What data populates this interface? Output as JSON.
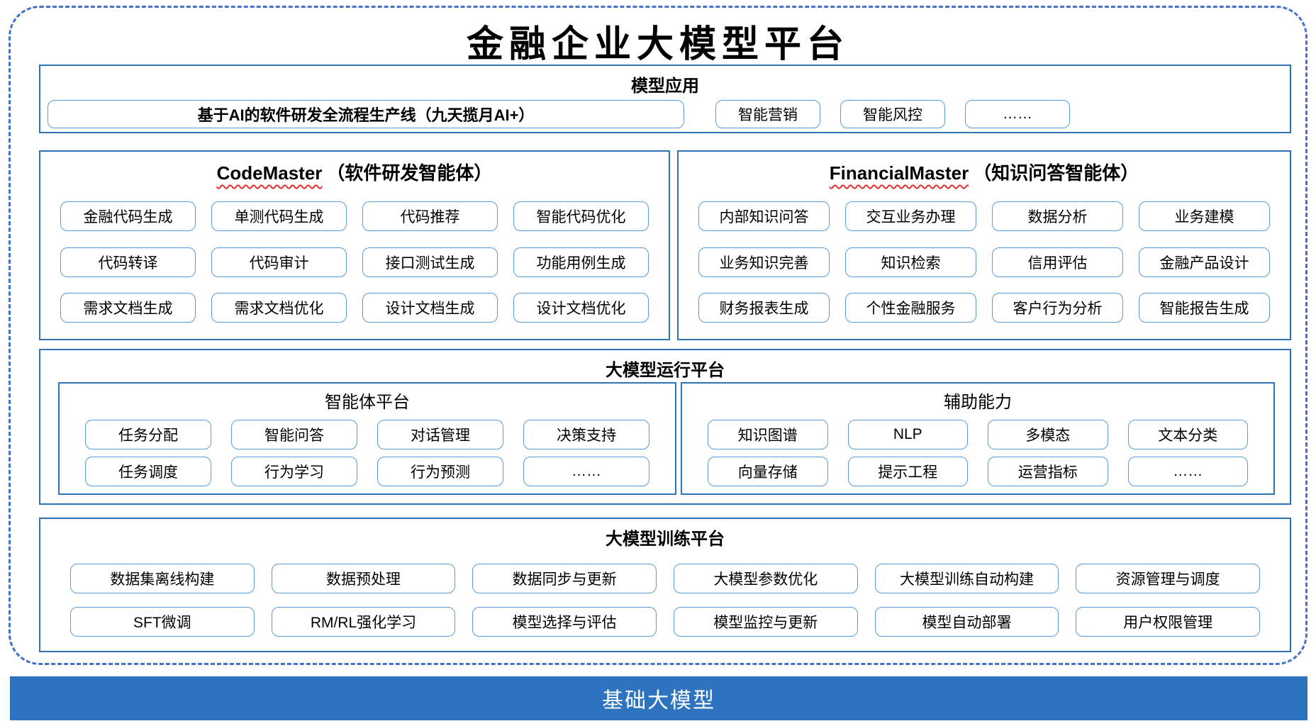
{
  "title": "金融企业大模型平台",
  "colors": {
    "frame_dashed": "#4472C4",
    "section_border": "#2E74B5",
    "chip_border": "#5B9BD5",
    "squiggle": "#E03131",
    "foundation_bar": "#2E73BE",
    "foundation_text": "#FFFFFF"
  },
  "app_section": {
    "header": "模型应用",
    "main_chip": "基于AI的软件研发全流程生产线（九天揽月AI+）",
    "chips": [
      "智能营销",
      "智能风控",
      "……"
    ]
  },
  "agents": [
    {
      "title_en": "CodeMaster",
      "title_cn": "（软件研发智能体）",
      "chips": [
        "金融代码生成",
        "单测代码生成",
        "代码推荐",
        "智能代码优化",
        "代码转译",
        "代码审计",
        "接口测试生成",
        "功能用例生成",
        "需求文档生成",
        "需求文档优化",
        "设计文档生成",
        "设计文档优化"
      ]
    },
    {
      "title_en": "FinancialMaster",
      "title_cn": "（知识问答智能体）",
      "chips": [
        "内部知识问答",
        "交互业务办理",
        "数据分析",
        "业务建模",
        "业务知识完善",
        "知识检索",
        "信用评估",
        "金融产品设计",
        "财务报表生成",
        "个性金融服务",
        "客户行为分析",
        "智能报告生成"
      ]
    }
  ],
  "runtime": {
    "header": "大模型运行平台",
    "groups": [
      {
        "title": "智能体平台",
        "chips": [
          "任务分配",
          "智能问答",
          "对话管理",
          "决策支持",
          "任务调度",
          "行为学习",
          "行为预测",
          "……"
        ]
      },
      {
        "title": "辅助能力",
        "chips": [
          "知识图谱",
          "NLP",
          "多模态",
          "文本分类",
          "向量存储",
          "提示工程",
          "运营指标",
          "……"
        ]
      }
    ]
  },
  "training": {
    "header": "大模型训练平台",
    "chips": [
      "数据集离线构建",
      "数据预处理",
      "数据同步与更新",
      "大模型参数优化",
      "大模型训练自动构建",
      "资源管理与调度",
      "SFT微调",
      "RM/RL强化学习",
      "模型选择与评估",
      "模型监控与更新",
      "模型自动部署",
      "用户权限管理"
    ]
  },
  "foundation": {
    "label": "基础大模型"
  }
}
